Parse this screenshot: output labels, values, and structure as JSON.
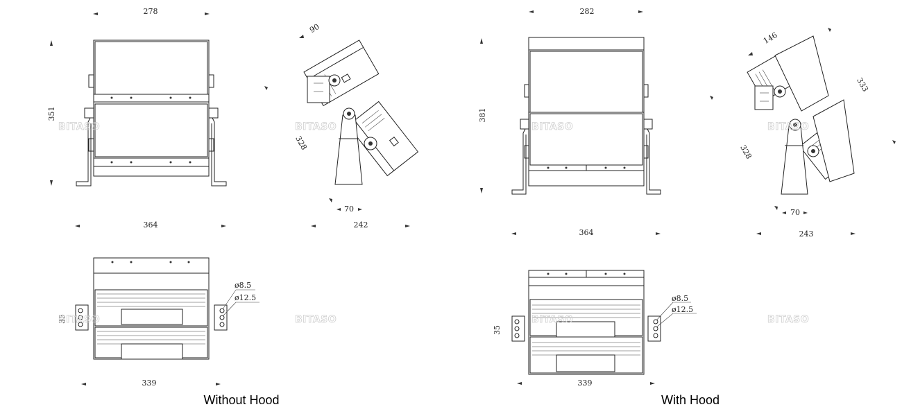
{
  "watermark": "BITASO",
  "sections": [
    {
      "caption": "Without Hood",
      "dims": {
        "front_width": "278",
        "front_height": "351",
        "side_angle": "90",
        "side_height": "328",
        "side_base": "70",
        "side_depth": "242",
        "bottom_total": "364",
        "hole_small": "ø8.5",
        "hole_large": "ø12.5",
        "hole_pitch": "35",
        "bottom_inner": "339"
      }
    },
    {
      "caption": "With Hood",
      "dims": {
        "front_width": "282",
        "front_height": "381",
        "side_angle": "146",
        "side_hood": "333",
        "side_height": "328",
        "side_base": "70",
        "side_depth": "243",
        "bottom_total": "364",
        "hole_small": "ø8.5",
        "hole_large": "ø12.5",
        "hole_pitch": "35",
        "bottom_inner": "339"
      }
    }
  ]
}
